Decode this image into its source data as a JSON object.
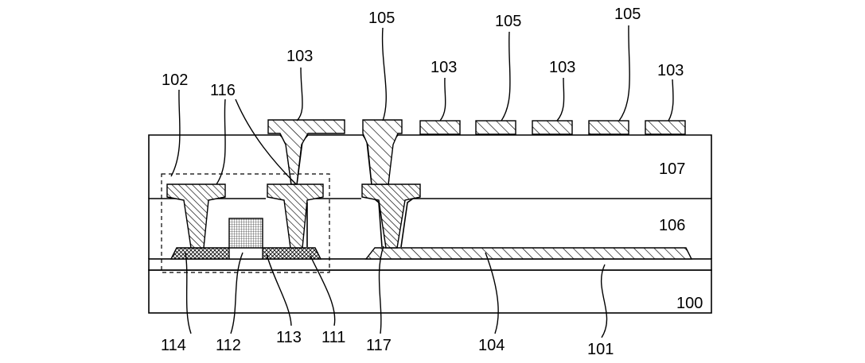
{
  "labels": {
    "sub100": "100",
    "base101": "101",
    "tft102": "102",
    "pad103a": "103",
    "pad103b": "103",
    "pad103c": "103",
    "pad103d": "103",
    "elec104": "104",
    "pad105a": "105",
    "pad105b": "105",
    "pad105c": "105",
    "ins106": "106",
    "ins107": "107",
    "semi111": "111",
    "gate112": "112",
    "gi113": "113",
    "src114": "114",
    "cont116": "116",
    "cont117": "117"
  }
}
